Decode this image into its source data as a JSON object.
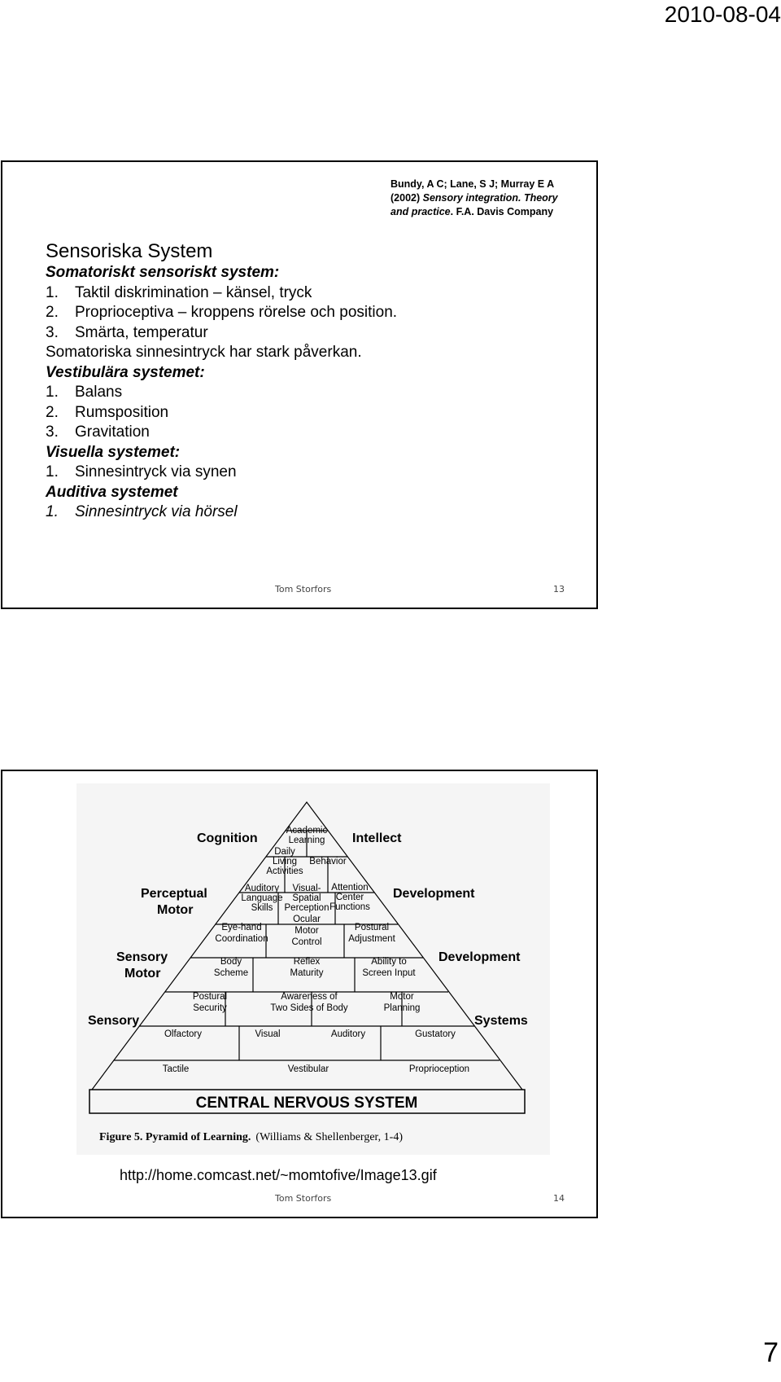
{
  "header": {
    "date": "2010-08-04"
  },
  "page_number": "7",
  "slide13": {
    "citation": {
      "line1": "Bundy, A C; Lane, S J; Murray E A",
      "line2_pre": "(2002) ",
      "line2_it": "Sensory integration. Theory",
      "line3_it": "and practice",
      "line3_post": ". F.A. Davis Company"
    },
    "title": "Sensoriska System",
    "somato_heading": "Somatoriskt sensoriskt system:",
    "somato_items": [
      {
        "num": "1.",
        "text": "Taktil diskrimination – känsel, tryck"
      },
      {
        "num": "2.",
        "text": "Proprioceptiva – kroppens rörelse och position."
      },
      {
        "num": "3.",
        "text": "Smärta, temperatur"
      }
    ],
    "somato_note": "Somatoriska sinnesintryck har stark påverkan.",
    "vest_heading": "Vestibulära systemet:",
    "vest_items": [
      {
        "num": "1.",
        "text": "Balans"
      },
      {
        "num": "2.",
        "text": "Rumsposition"
      },
      {
        "num": "3.",
        "text": "Gravitation"
      }
    ],
    "vis_heading": "Visuella systemet:",
    "vis_items": [
      {
        "num": "1.",
        "text": "Sinnesintryck via synen"
      }
    ],
    "aud_heading": "Auditiva systemet",
    "aud_items": [
      {
        "num": "1.",
        "text": "Sinnesintryck via hörsel"
      }
    ],
    "footer_author": "Tom Storfors",
    "footer_page": "13"
  },
  "slide14": {
    "pyramid": {
      "side_labels": {
        "cognition": "Cognition",
        "intellect": "Intellect",
        "perceptual": "Perceptual",
        "motor": "Motor",
        "development1": "Development",
        "sensory_top": "Sensory",
        "motor2": "Motor",
        "development2": "Development",
        "sensory": "Sensory",
        "systems": "Systems"
      },
      "cells": {
        "academic1": "Academic",
        "academic2": "Learning",
        "daily1": "Daily",
        "daily2": "Living",
        "daily3": "Activities",
        "behavior": "Behavior",
        "auditory_lang1": "Auditory",
        "auditory_lang2": "Language",
        "auditory_lang3": "Skills",
        "visual_spatial1": "Visual-",
        "visual_spatial2": "Spatial",
        "visual_spatial3": "Perception",
        "attention1": "Attention",
        "attention2": "Center",
        "attention3": "Functions",
        "eyehand1": "Eye-hand",
        "eyehand2": "Coordination",
        "ocular1": "Ocular",
        "ocular2": "Motor",
        "ocular3": "Control",
        "postural_adj1": "Postural",
        "postural_adj2": "Adjustment",
        "body1": "Body",
        "body2": "Scheme",
        "reflex1": "Reflex",
        "reflex2": "Maturity",
        "ability1": "Ability to",
        "ability2": "Screen Input",
        "postural_sec1": "Postural",
        "postural_sec2": "Security",
        "awareness1": "Awareness of",
        "awareness2": "Two Sides of Body",
        "motorplan1": "Motor",
        "motorplan2": "Planning",
        "olfactory": "Olfactory",
        "visual": "Visual",
        "auditory": "Auditory",
        "gustatory": "Gustatory",
        "tactile": "Tactile",
        "vestibular": "Vestibular",
        "proprioception": "Proprioception",
        "cns": "CENTRAL NERVOUS SYSTEM"
      },
      "caption_bold": "Figure 5.  Pyramid of Learning.",
      "caption_rest": "(Williams & Shellenberger, 1-4)"
    },
    "url": "http://home.comcast.net/~momtofive/Image13.gif",
    "footer_author": "Tom Storfors",
    "footer_page": "14"
  }
}
